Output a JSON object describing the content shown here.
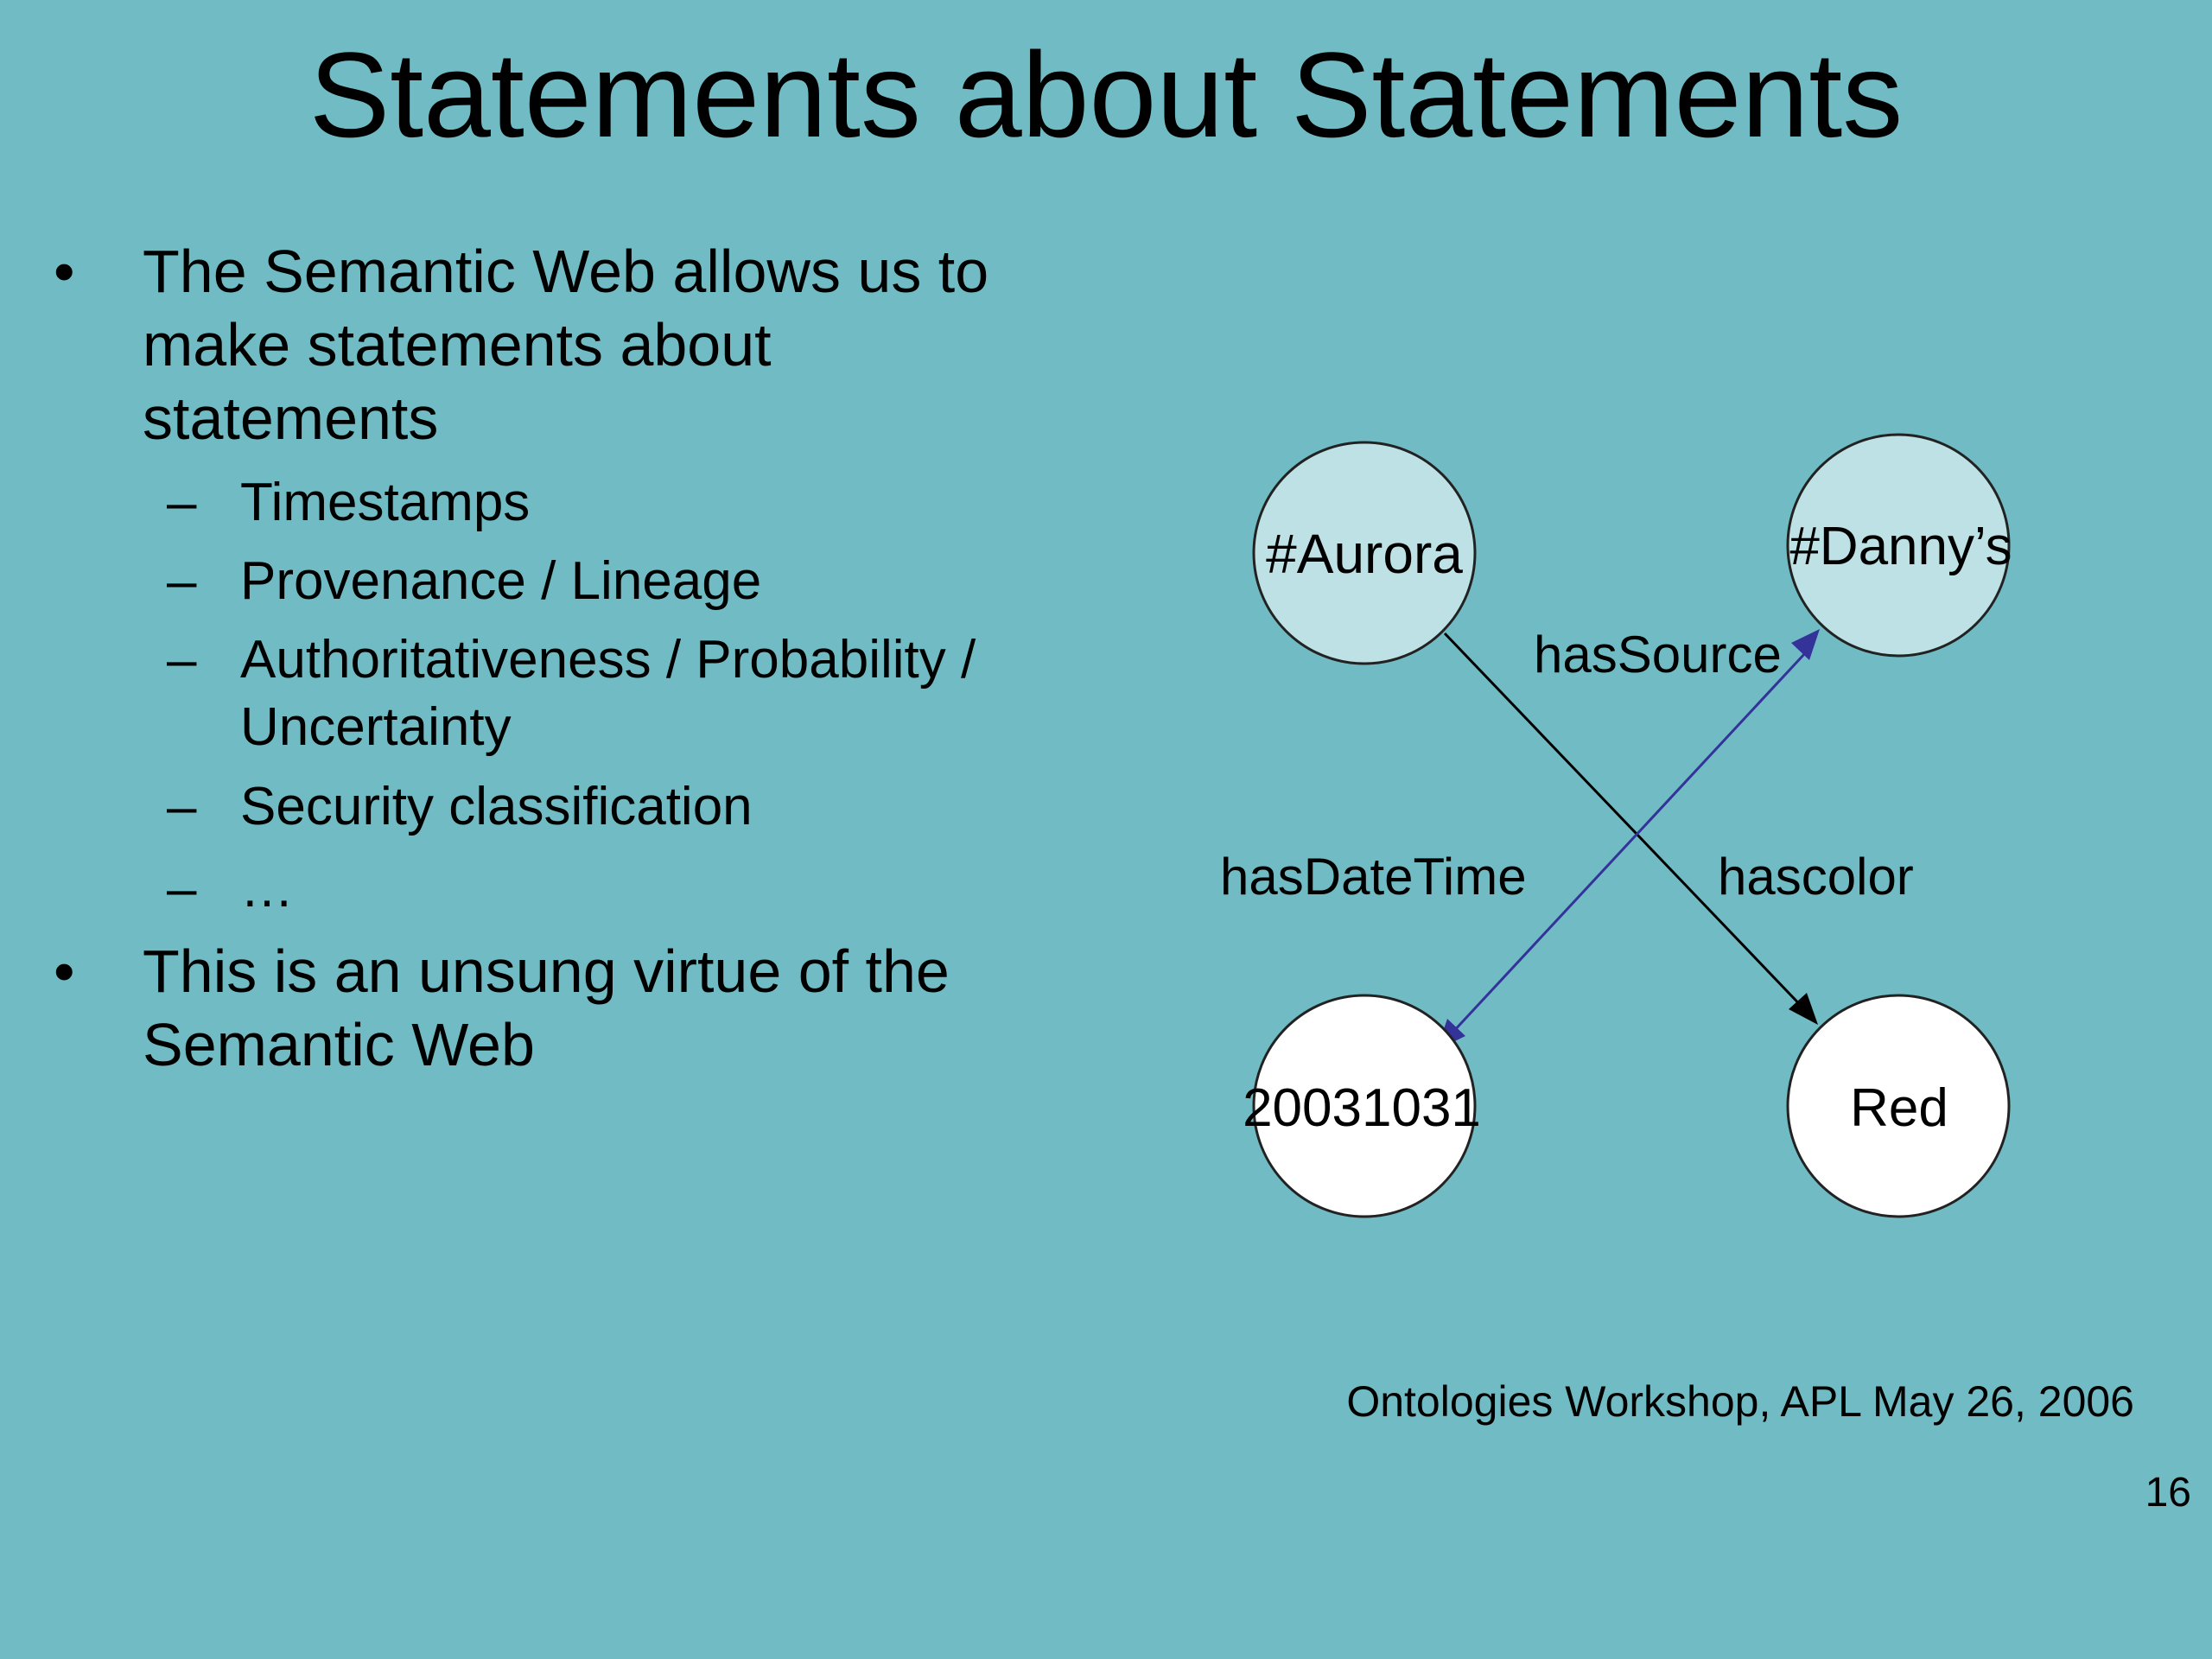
{
  "slide": {
    "title": "Statements about Statements",
    "bullets": [
      {
        "text": "The Semantic Web allows us to make statements about statements",
        "lines": [
          "The Semantic Web allows us to",
          "make statements about",
          "statements"
        ],
        "sub": [
          {
            "lines": [
              "Timestamps"
            ]
          },
          {
            "lines": [
              "Provenance / Lineage"
            ]
          },
          {
            "lines": [
              "Authoritativeness / Probability /",
              "Uncertainty"
            ]
          },
          {
            "lines": [
              "Security classification"
            ]
          },
          {
            "lines": [
              "…"
            ]
          }
        ]
      },
      {
        "text": "This is an unsung virtue of the Semantic Web",
        "lines": [
          "This is an unsung virtue of the",
          "Semantic Web"
        ]
      }
    ],
    "bullet_symbol": "•",
    "sub_bullet_symbol": "–",
    "footer": "Ontologies Workshop, APL May 26, 2006",
    "page_number": "16"
  },
  "diagram": {
    "nodes": {
      "aurora": {
        "label": "#Aurora",
        "fill": "#bde1e4"
      },
      "dannys": {
        "label": "#Danny’s",
        "fill": "#bde1e4"
      },
      "date": {
        "label": "20031031",
        "fill": "#ffffff"
      },
      "red": {
        "label": "Red",
        "fill": "#ffffff"
      }
    },
    "edges": {
      "hascolor": {
        "label": "hascolor",
        "from": "#Aurora",
        "to": "Red",
        "color": "#000000"
      },
      "hasSource": {
        "label": "hasSource",
        "to": "#Danny’s",
        "color": "#333399"
      },
      "hasDateTime": {
        "label": "hasDateTime",
        "to": "20031031",
        "color": "#333399"
      }
    }
  },
  "colors": {
    "background": "#71bcc4",
    "node_light": "#bde1e4",
    "node_white": "#ffffff",
    "arrow_blue": "#333399"
  }
}
